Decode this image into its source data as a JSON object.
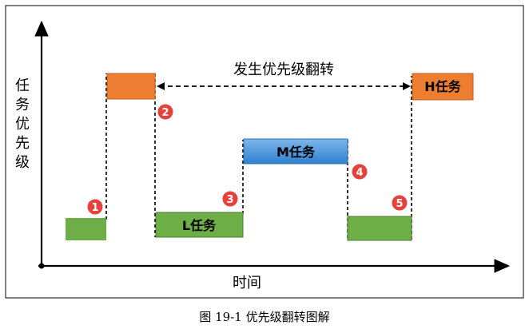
{
  "diagram": {
    "y_axis_label": "任务优先级",
    "x_axis_label": "时间",
    "inversion_label": "发生优先级翻转",
    "blocks": {
      "h_task": "H任务",
      "m_task": "M任务",
      "l_task": "L任务"
    },
    "markers": [
      "1",
      "2",
      "3",
      "4",
      "5"
    ],
    "colors": {
      "high": "#ED7D31",
      "medium": "#3E8FD8",
      "low": "#6DAE46",
      "marker": "#E8413C",
      "line": "#000000"
    }
  },
  "caption": "图 19-1 优先级翻转图解"
}
